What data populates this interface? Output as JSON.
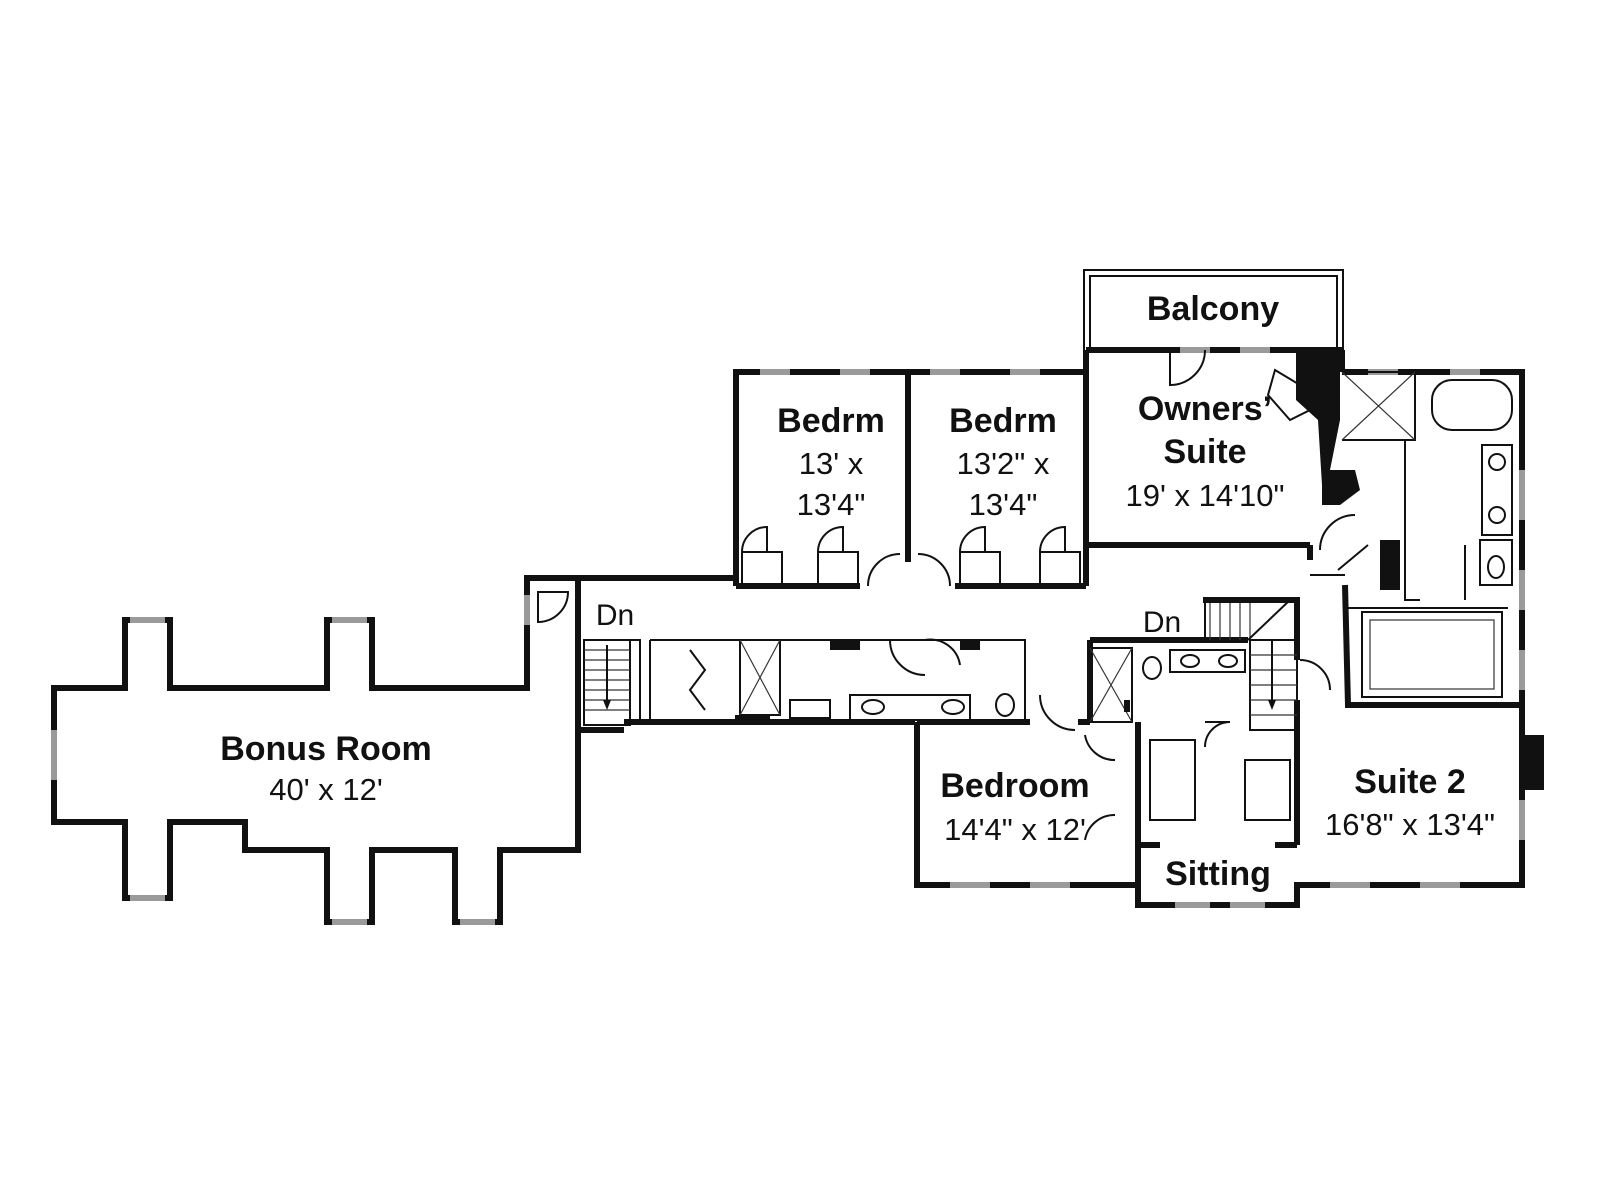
{
  "rooms": {
    "balcony": {
      "name": "Balcony"
    },
    "owners": {
      "name_line1": "Owners’",
      "name_line2": "Suite",
      "dims": "19' x 14'10\""
    },
    "bedrm1": {
      "name": "Bedrm",
      "dims_line1": "13' x",
      "dims_line2": "13'4\""
    },
    "bedrm2": {
      "name": "Bedrm",
      "dims_line1": "13'2\" x",
      "dims_line2": "13'4\""
    },
    "bonus": {
      "name": "Bonus Room",
      "dims": "40' x 12'"
    },
    "bedroom": {
      "name": "Bedroom",
      "dims": "14'4\" x 12'"
    },
    "suite2": {
      "name": "Suite 2",
      "dims": "16'8\" x 13'4\""
    },
    "sitting": {
      "name": "Sitting"
    }
  },
  "stairs": {
    "left_label": "Dn",
    "right_label": "Dn"
  }
}
